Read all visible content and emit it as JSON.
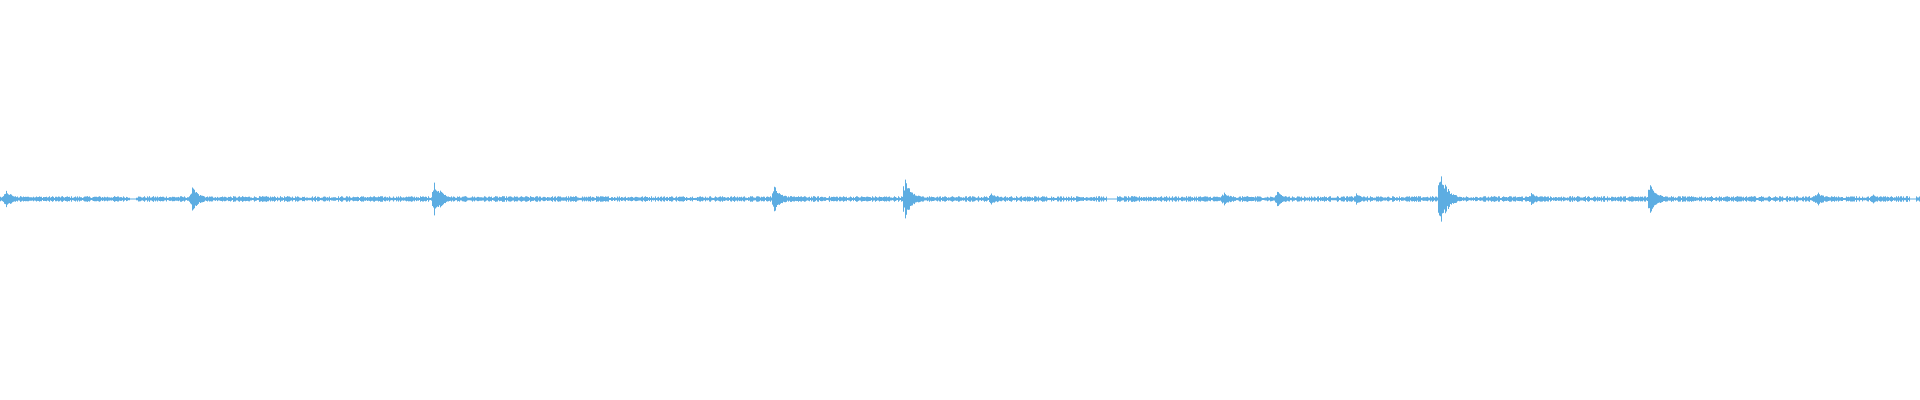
{
  "waveform": {
    "color": "#5dade2",
    "background": "#ffffff",
    "baseline_amplitude": 0.006,
    "transients": [
      {
        "position": 0.003,
        "amplitude": 0.045
      },
      {
        "position": 0.1,
        "amplitude": 0.06
      },
      {
        "position": 0.226,
        "amplitude": 0.09
      },
      {
        "position": 0.403,
        "amplitude": 0.07
      },
      {
        "position": 0.471,
        "amplitude": 0.11
      },
      {
        "position": 0.516,
        "amplitude": 0.035
      },
      {
        "position": 0.637,
        "amplitude": 0.04
      },
      {
        "position": 0.665,
        "amplitude": 0.04
      },
      {
        "position": 0.706,
        "amplitude": 0.03
      },
      {
        "position": 0.75,
        "amplitude": 0.14
      },
      {
        "position": 0.797,
        "amplitude": 0.035
      },
      {
        "position": 0.859,
        "amplitude": 0.09
      },
      {
        "position": 0.946,
        "amplitude": 0.04
      },
      {
        "position": 0.975,
        "amplitude": 0.025
      }
    ],
    "gaps": [
      0.069,
      0.578,
      0.58,
      0.996
    ]
  }
}
